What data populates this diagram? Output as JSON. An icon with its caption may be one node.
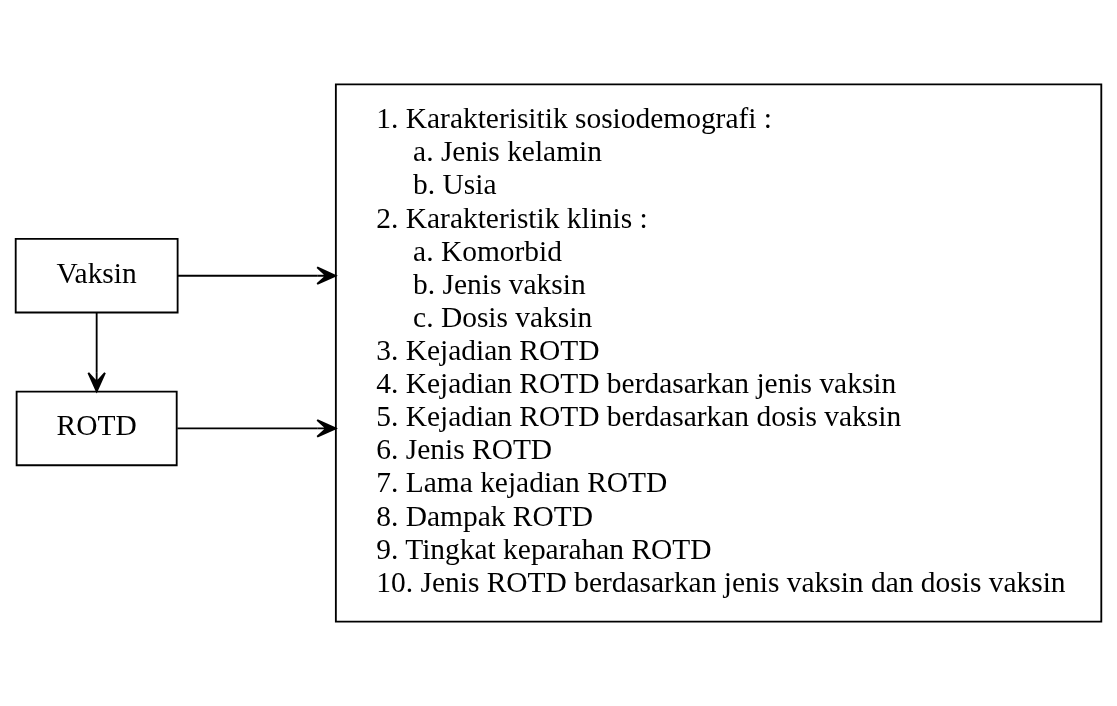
{
  "diagram": {
    "nodes": [
      {
        "text": [
          "Vaksin"
        ]
      },
      {
        "text": [
          "ROTD"
        ]
      },
      {
        "text": [
          "1. Karakterisitik sosiodemografi :",
          "a. Jenis kelamin",
          "b. Usia",
          "2. Karakteristik klinis :",
          "a. Komorbid",
          "b. Jenis vaksin",
          "c. Dosis vaksin",
          "3. Kejadian ROTD",
          "4. Kejadian ROTD berdasarkan jenis vaksin",
          "5. Kejadian ROTD berdasarkan dosis vaksin",
          "6. Jenis ROTD",
          "7. Lama kejadian ROTD",
          "8. Dampak ROTD",
          "9. Tingkat keparahan ROTD",
          "10. Jenis ROTD berdasarkan jenis vaksin dan dosis vaksin"
        ]
      }
    ],
    "edges": [
      {
        "from": 0,
        "to": 1,
        "arrow": "to"
      },
      {
        "from": 0,
        "to": 2,
        "arrow": "to"
      },
      {
        "from": 1,
        "to": 2,
        "arrow": "to"
      }
    ]
  }
}
